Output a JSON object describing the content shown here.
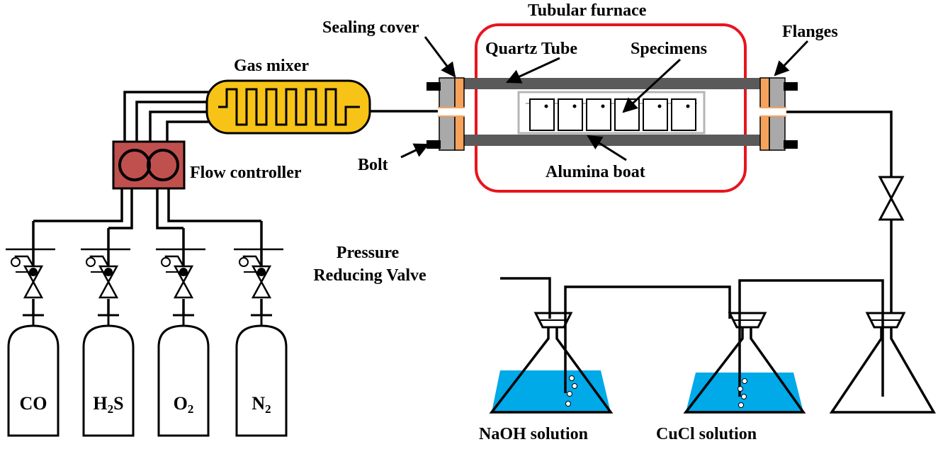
{
  "labels": {
    "tubular_furnace": "Tubular furnace",
    "sealing_cover": "Sealing cover",
    "flanges": "Flanges",
    "quartz_tube": "Quartz Tube",
    "specimens": "Specimens",
    "gas_mixer": "Gas mixer",
    "bolt": "Bolt",
    "alumina_boat": "Alumina boat",
    "flow_controller": "Flow controller",
    "pressure_reducing_valve_line1": "Pressure",
    "pressure_reducing_valve_line2": "Reducing Valve",
    "naoh_solution": "NaOH solution",
    "cucl_solution": "CuCl solution"
  },
  "cylinders": [
    {
      "main": "CO",
      "sub": "",
      "tail": ""
    },
    {
      "main": "H",
      "sub": "2",
      "tail": "S"
    },
    {
      "main": "O",
      "sub": "2",
      "tail": ""
    },
    {
      "main": "N",
      "sub": "2",
      "tail": ""
    }
  ],
  "colors": {
    "furnace_outline": "#e8141e",
    "tube": "#5a5a5a",
    "flange_gray": "#a9a9a9",
    "seal_orange": "#f5a35c",
    "mixer_fill": "#f7c316",
    "flow_controller_fill": "#c0504d",
    "solution": "#00a9e8"
  }
}
